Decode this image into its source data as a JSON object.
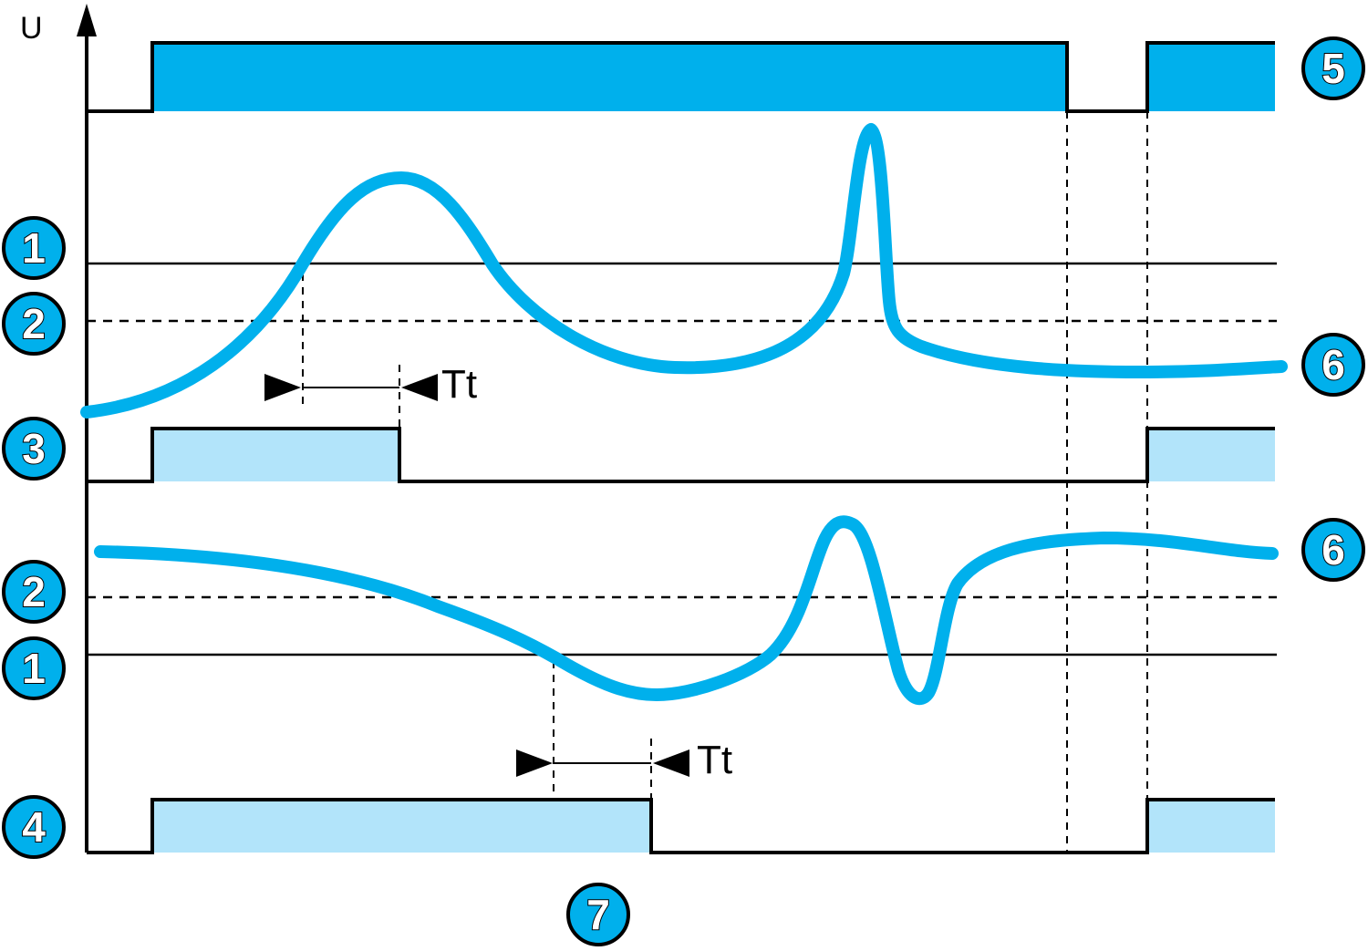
{
  "axis": {
    "y_label": "U"
  },
  "time_labels": {
    "upper": "Tt",
    "lower": "Tt"
  },
  "markers": {
    "m1_upper": "1",
    "m2_upper": "2",
    "m3": "3",
    "m2_lower": "2",
    "m1_lower": "1",
    "m4": "4",
    "m5": "5",
    "m6_upper": "6",
    "m6_lower": "6",
    "m7": "7"
  },
  "colors": {
    "signal": "#00b0ec",
    "supply_fill": "#00b0ec",
    "relay_fill": "#b2e4fa",
    "marker_fill": "#00b0ec",
    "line": "#000000"
  }
}
